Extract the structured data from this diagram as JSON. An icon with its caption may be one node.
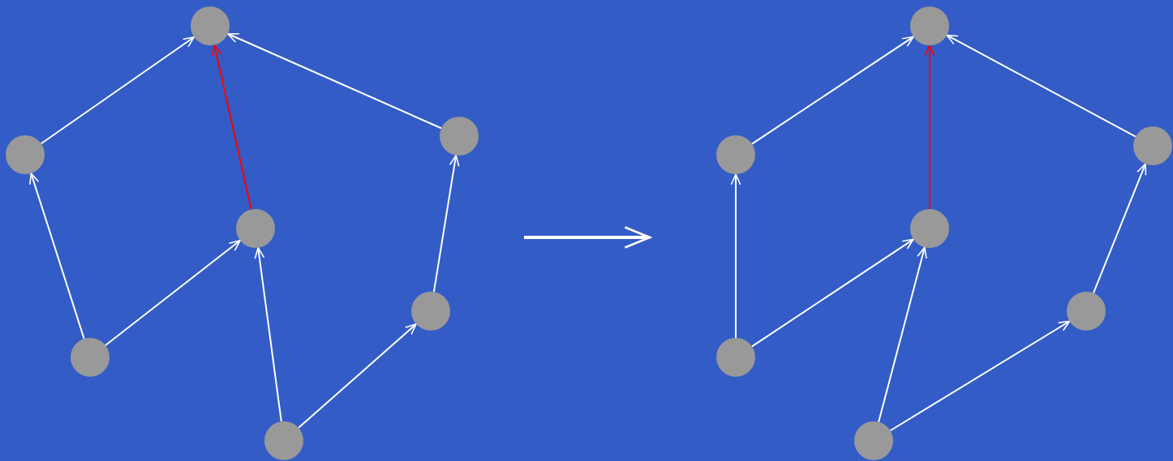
{
  "diagram": {
    "nodes": [
      {
        "text": [],
        "shape": "circle"
      },
      {
        "text": [],
        "shape": "circle"
      },
      {
        "text": [],
        "shape": "circle"
      },
      {
        "text": [],
        "shape": "circle"
      },
      {
        "text": [],
        "shape": "circle"
      },
      {
        "text": [],
        "shape": "circle"
      },
      {
        "text": [],
        "shape": "circle"
      },
      {
        "text": [],
        "shape": "circle"
      },
      {
        "text": [],
        "shape": "circle"
      },
      {
        "text": [],
        "shape": "circle"
      },
      {
        "text": [],
        "shape": "circle"
      },
      {
        "text": [],
        "shape": "circle"
      },
      {
        "text": [],
        "shape": "circle"
      },
      {
        "text": [],
        "shape": "circle"
      }
    ],
    "edges": [
      {
        "from": 1,
        "to": 0,
        "arrow": "to"
      },
      {
        "from": 3,
        "to": 0,
        "arrow": "to",
        "color": "#ff0000"
      },
      {
        "from": 2,
        "to": 0,
        "arrow": "to"
      },
      {
        "from": 4,
        "to": 1,
        "arrow": "to"
      },
      {
        "from": 4,
        "to": 3,
        "arrow": "to"
      },
      {
        "from": 6,
        "to": 3,
        "arrow": "to"
      },
      {
        "from": 6,
        "to": 5,
        "arrow": "to"
      },
      {
        "from": 5,
        "to": 2,
        "arrow": "to"
      },
      {
        "from": 8,
        "to": 7,
        "arrow": "to"
      },
      {
        "from": 10,
        "to": 7,
        "arrow": "to",
        "color": "#ff0000"
      },
      {
        "from": 9,
        "to": 7,
        "arrow": "to"
      },
      {
        "from": 11,
        "to": 8,
        "arrow": "to"
      },
      {
        "from": 11,
        "to": 10,
        "arrow": "to"
      },
      {
        "from": 13,
        "to": 10,
        "arrow": "to"
      },
      {
        "from": 13,
        "to": 12,
        "arrow": "to"
      },
      {
        "from": 12,
        "to": 9,
        "arrow": "to"
      }
    ]
  }
}
